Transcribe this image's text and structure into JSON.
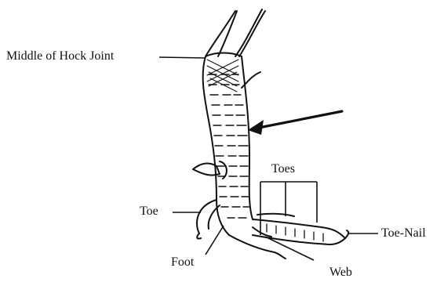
{
  "diagram": {
    "labels": {
      "hock": "Middle of Hock Joint",
      "toes": "Toes",
      "toe": "Toe",
      "toe_nail": "Toe-Nail",
      "foot": "Foot",
      "web": "Web"
    },
    "colors": {
      "ink": "#111111",
      "background": "#ffffff"
    }
  }
}
